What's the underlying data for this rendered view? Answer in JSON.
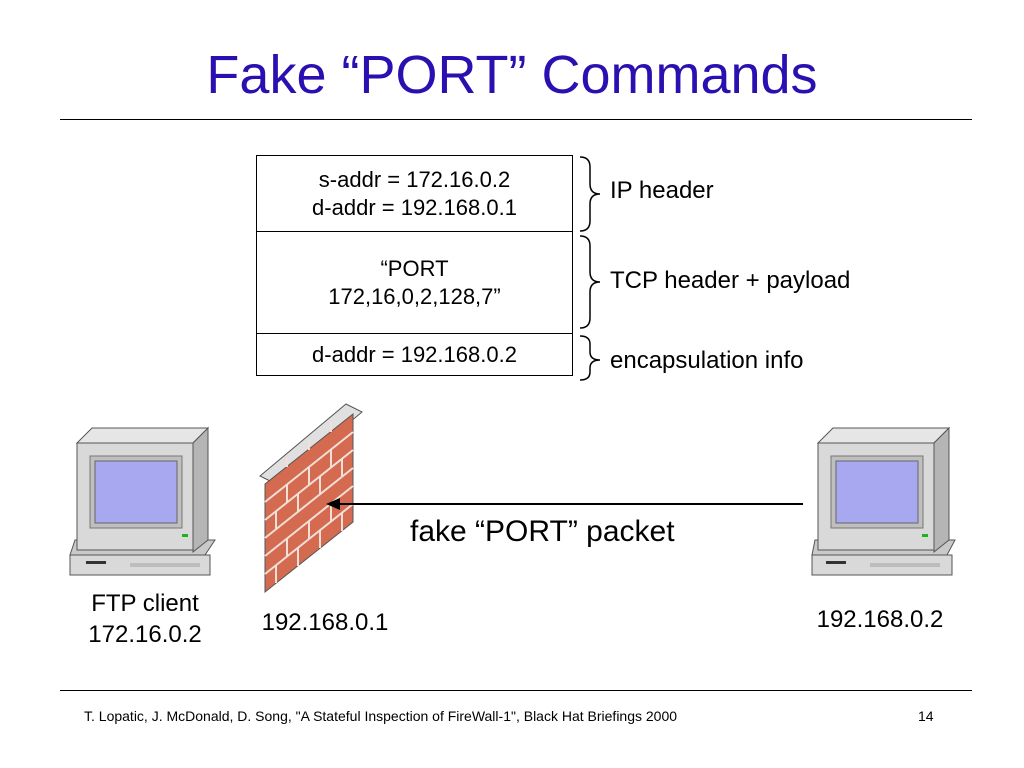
{
  "title": "Fake “PORT” Commands",
  "packet": {
    "ip_header": [
      "s-addr = 172.16.0.2",
      "d-addr = 192.168.0.1"
    ],
    "tcp_payload": [
      "“PORT",
      "172,16,0,2,128,7”"
    ],
    "encapsulation": "d-addr = 192.168.0.2"
  },
  "brace_labels": {
    "ip": "IP header",
    "tcp": "TCP header + payload",
    "encapsulation": "encapsulation info"
  },
  "nodes": {
    "client_name": "FTP client",
    "client_ip": "172.16.0.2",
    "firewall_ip": "192.168.0.1",
    "server_ip": "192.168.0.2"
  },
  "arrow_label": "fake “PORT” packet",
  "footer": "T. Lopatic, J. McDonald, D. Song, \"A Stateful Inspection of FireWall-1\", Black Hat Briefings 2000",
  "slide_number": "14",
  "colors": {
    "title": "#2b0fb0",
    "brick": "#d46a4f",
    "screen": "#a8a8f0",
    "computer_body": "#d9d9d9"
  },
  "icons": {
    "client": "computer-icon",
    "firewall": "brick-wall-icon",
    "server": "computer-icon"
  }
}
